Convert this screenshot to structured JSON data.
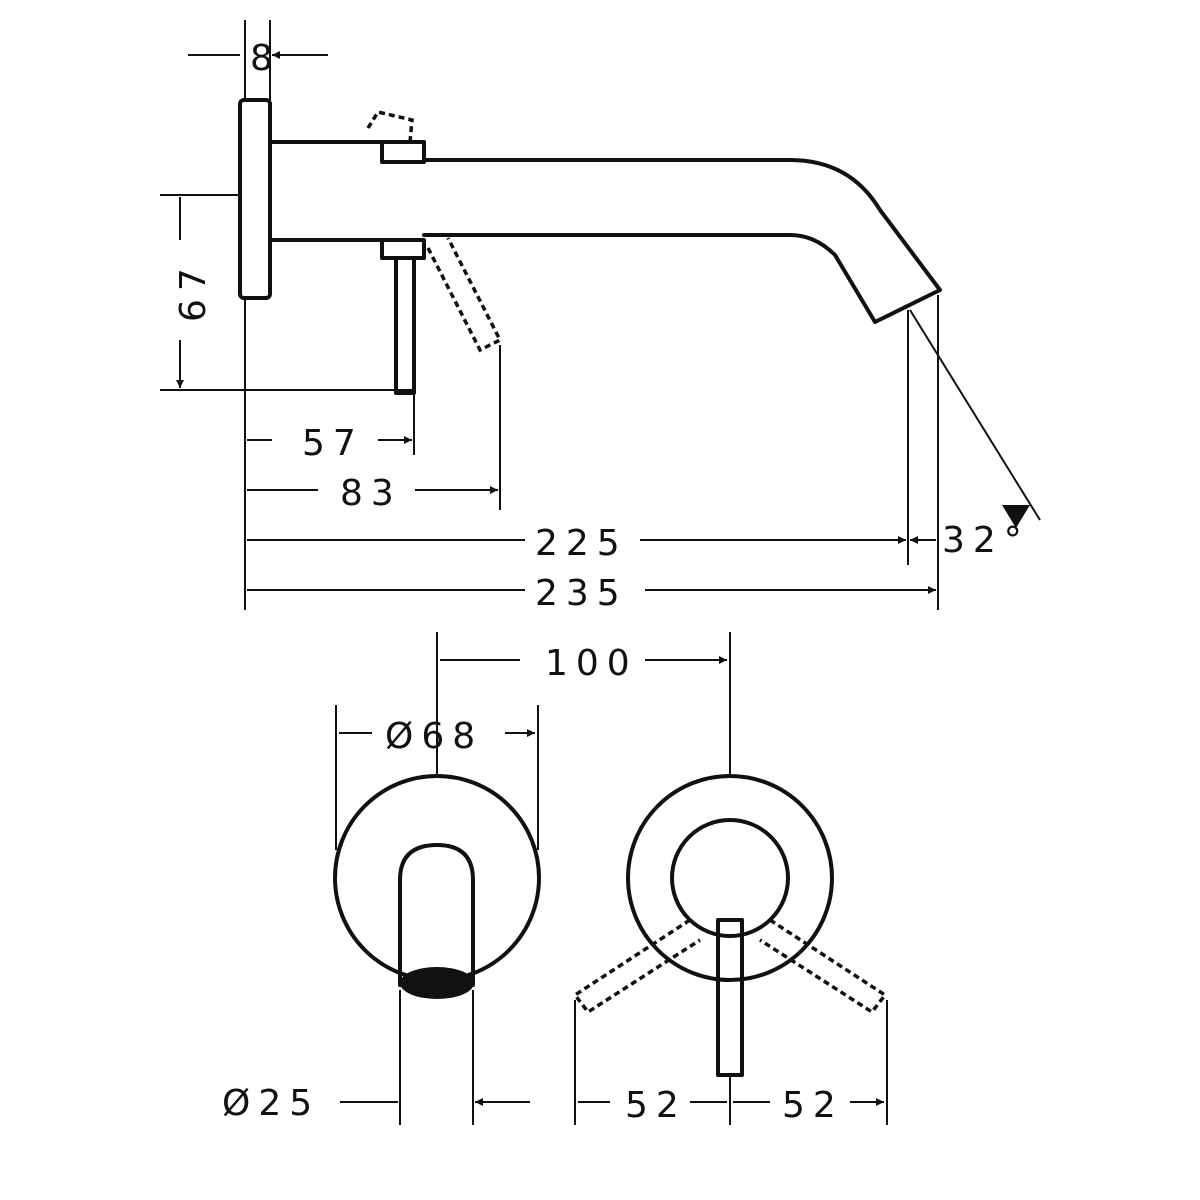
{
  "dimensions": {
    "plate_thickness": "8",
    "height": "67",
    "lever_distance": "57",
    "lever_tilted_distance": "83",
    "spout_length": "225",
    "spout_angle": "32°",
    "total_length": "235",
    "center_distance": "100",
    "plate_diameter": "Ø68",
    "spout_diameter": "Ø25",
    "lever_swing_left": "52",
    "lever_swing_right": "52"
  }
}
